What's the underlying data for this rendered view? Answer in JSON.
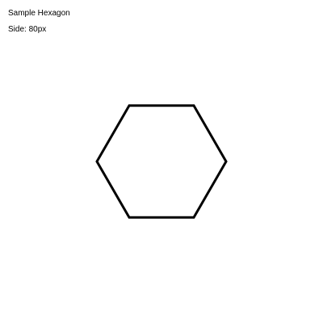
{
  "title": "Sample Hexagon",
  "side_label": "Side: 80px",
  "shape": {
    "type": "hexagon",
    "side": 80,
    "stroke_color": "#000000",
    "fill_color": "#ffffff"
  }
}
